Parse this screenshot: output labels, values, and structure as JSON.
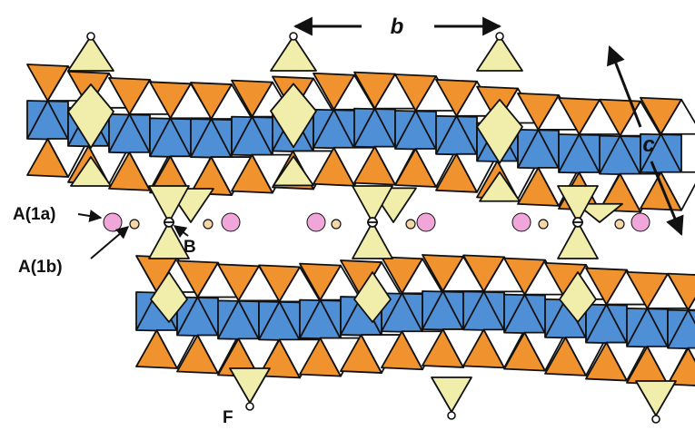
{
  "labels": {
    "b_axis": "b",
    "c_axis": "c",
    "site_a1a": "A(1a)",
    "site_a1b": "A(1b)",
    "site_b": "B",
    "site_f": "F"
  },
  "colors": {
    "orange_tetrahedra": "#F0922E",
    "blue_octahedra": "#4F8FD6",
    "yellow_polyhedra": "#F1EDAA",
    "pink_atom": "#F0A6D8",
    "tan_atom": "#F3D7A6",
    "outline": "#111111",
    "background": "#FFFFFF"
  }
}
